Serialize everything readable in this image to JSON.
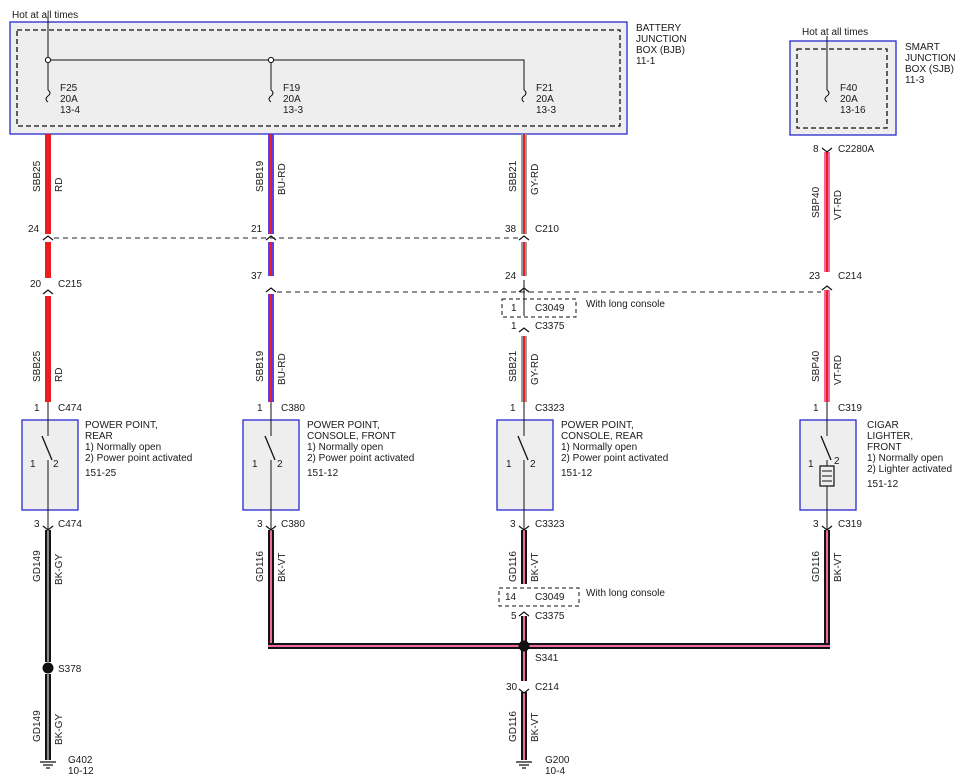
{
  "colors": {
    "red": "#ee1c1c",
    "blue": "#5a3fe8",
    "gray_red": "#b48a86",
    "violet": "#f0407c",
    "black": "#141414",
    "violet_stripe": "#f06aa0",
    "box_border": "#2a2ad0",
    "box_fill": "#eeeeee"
  },
  "bjb": {
    "hot_label": "Hot at all times",
    "title_l1": "BATTERY",
    "title_l2": "JUNCTION",
    "title_l3": "BOX (BJB)",
    "ref": "11-1"
  },
  "sjb": {
    "hot_label": "Hot at all times",
    "title_l1": "SMART",
    "title_l2": "JUNCTION",
    "title_l3": "BOX (SJB)",
    "ref": "11-3"
  },
  "fuses": {
    "f25": {
      "name": "F25",
      "amp": "20A",
      "ref": "13-4"
    },
    "f19": {
      "name": "F19",
      "amp": "20A",
      "ref": "13-3"
    },
    "f21": {
      "name": "F21",
      "amp": "20A",
      "ref": "13-3"
    },
    "f40": {
      "name": "F40",
      "amp": "20A",
      "ref": "13-16"
    }
  },
  "wires": {
    "c1_top": {
      "circuit": "SBB25",
      "color": "RD"
    },
    "c1_mid": {
      "circuit": "SBB25",
      "color": "RD"
    },
    "c1_gd_a": {
      "circuit": "GD149",
      "color": "BK-GY"
    },
    "c1_gd_b": {
      "circuit": "GD149",
      "color": "BK-GY"
    },
    "c2_top": {
      "circuit": "SBB19",
      "color": "BU-RD"
    },
    "c2_mid": {
      "circuit": "SBB19",
      "color": "BU-RD"
    },
    "c2_gd": {
      "circuit": "GD116",
      "color": "BK-VT"
    },
    "c3_top": {
      "circuit": "SBB21",
      "color": "GY-RD"
    },
    "c3_mid": {
      "circuit": "SBB21",
      "color": "GY-RD"
    },
    "c3_gd": {
      "circuit": "GD116",
      "color": "BK-VT"
    },
    "c3_gd_b": {
      "circuit": "GD116",
      "color": "BK-VT"
    },
    "c4_top": {
      "circuit": "SBP40",
      "color": "VT-RD"
    },
    "c4_mid": {
      "circuit": "SBP40",
      "color": "VT-RD"
    },
    "c4_gd": {
      "circuit": "GD116",
      "color": "BK-VT"
    }
  },
  "connectors": {
    "c1_24": {
      "pin": "24"
    },
    "c1_c215": {
      "pin": "20",
      "name": "C215"
    },
    "c1_c474a": {
      "pin": "1",
      "name": "C474"
    },
    "c1_c474b": {
      "pin": "3",
      "name": "C474"
    },
    "c2_21": {
      "pin": "21"
    },
    "c2_37": {
      "pin": "37"
    },
    "c2_c380a": {
      "pin": "1",
      "name": "C380"
    },
    "c2_c380b": {
      "pin": "3",
      "name": "C380"
    },
    "c3_c210": {
      "pin": "38",
      "name": "C210"
    },
    "c3_24": {
      "pin": "24"
    },
    "c3_c3049a": {
      "pin": "1",
      "name": "C3049"
    },
    "c3_c3375a": {
      "pin": "1",
      "name": "C3375"
    },
    "c3_c3323a": {
      "pin": "1",
      "name": "C3323"
    },
    "c3_c3323b": {
      "pin": "3",
      "name": "C3323"
    },
    "c3_c3049b": {
      "pin": "14",
      "name": "C3049"
    },
    "c3_c3375b": {
      "pin": "5",
      "name": "C3375"
    },
    "c3_c214": {
      "pin": "30",
      "name": "C214"
    },
    "c4_c2280a": {
      "pin": "8",
      "name": "C2280A"
    },
    "c4_c214": {
      "pin": "23",
      "name": "C214"
    },
    "c4_c319a": {
      "pin": "1",
      "name": "C319"
    },
    "c4_c319b": {
      "pin": "3",
      "name": "C319"
    }
  },
  "notes": {
    "long_console_1": "With long console",
    "long_console_2": "With long console"
  },
  "components": {
    "pp_rear": {
      "l1": "POWER POINT,",
      "l2": "REAR",
      "l3": "1) Normally open",
      "l4": "2) Power point activated",
      "ref": "151-25",
      "pin1": "1",
      "pin2": "2"
    },
    "pp_console_front": {
      "l1": "POWER POINT,",
      "l2": "CONSOLE, FRONT",
      "l3": "1) Normally open",
      "l4": "2) Power point activated",
      "ref": "151-12",
      "pin1": "1",
      "pin2": "2"
    },
    "pp_console_rear": {
      "l1": "POWER POINT,",
      "l2": "CONSOLE, REAR",
      "l3": "1) Normally open",
      "l4": "2) Power point activated",
      "ref": "151-12",
      "pin1": "1",
      "pin2": "2"
    },
    "cigar": {
      "l1": "CIGAR",
      "l2": "LIGHTER,",
      "l3": "FRONT",
      "l4": "1) Normally open",
      "l5": "2) Lighter activated",
      "ref": "151-12",
      "pin1": "1",
      "pin2": "2"
    }
  },
  "splices": {
    "s378": {
      "name": "S378"
    },
    "s341": {
      "name": "S341"
    }
  },
  "grounds": {
    "g402": {
      "name": "G402",
      "ref": "10-12"
    },
    "g200": {
      "name": "G200",
      "ref": "10-4"
    }
  }
}
